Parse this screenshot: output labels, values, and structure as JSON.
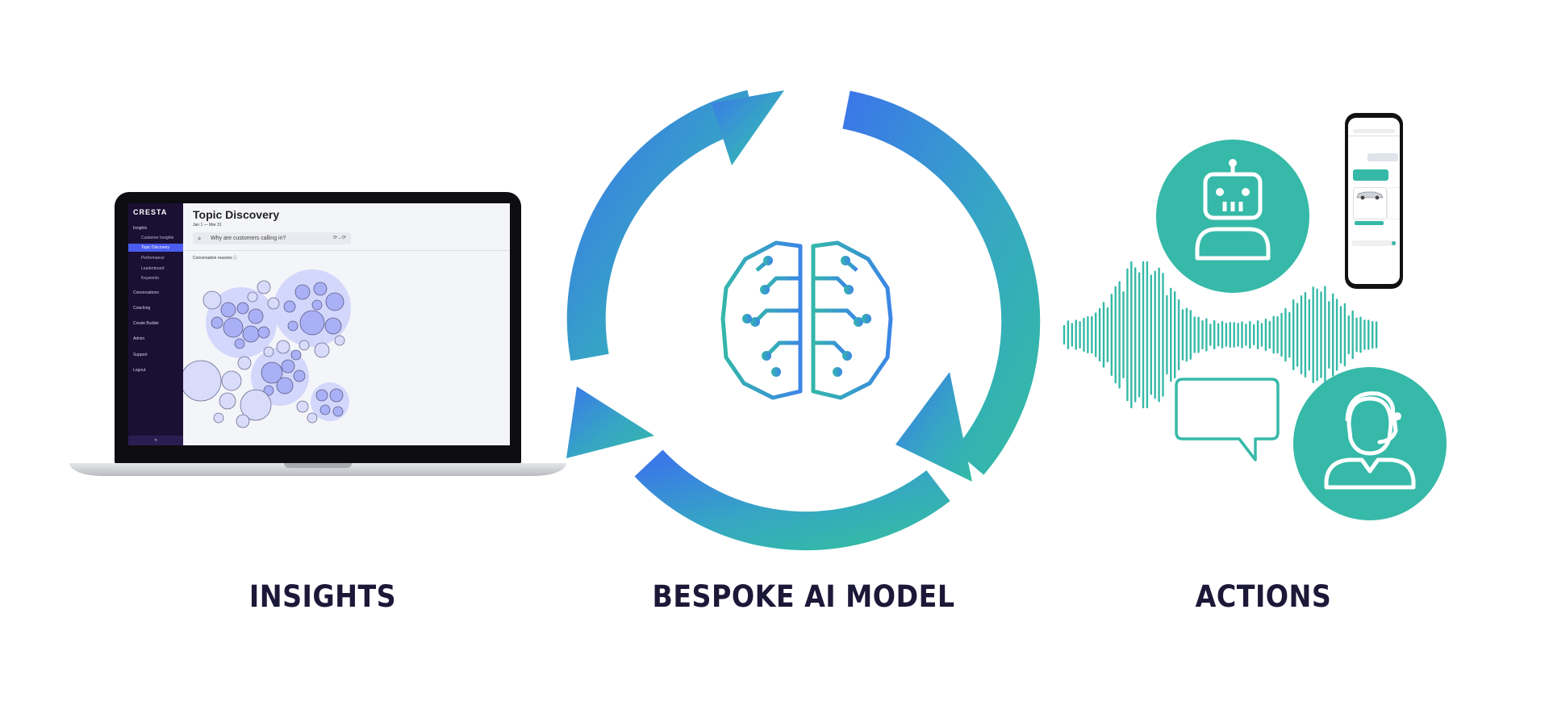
{
  "captions": {
    "insights": "INSIGHTS",
    "model": "BESPOKE AI MODEL",
    "actions": "ACTIONS"
  },
  "laptop_app": {
    "logo": "CRESTA",
    "nav": {
      "insights": "Insights",
      "customer_insights": "Customer Insights",
      "topic_discovery": "Topic Discovery",
      "performance": "Performance",
      "leaderboard": "Leaderboard",
      "keywords": "Keywords",
      "conversations": "Conversations",
      "coaching": "Coaching",
      "create_builder": "Create Builder",
      "admin": "Admin",
      "support": "Support",
      "logout": "Logout",
      "collapse": "«"
    },
    "title": "Topic  Discovery",
    "date_range": "Jan 1 — Mar 31",
    "search_placeholder": "Why are customers calling in?",
    "toggle": "⟳→⟳",
    "section_label": "Conversation reasons",
    "info_icon": "ⓘ"
  },
  "colors": {
    "ring_blue": "#3d7ee6",
    "ring_teal": "#33b8a8",
    "teal": "#36b9a8",
    "caption": "#1b1838",
    "sidebar": "#1a1033",
    "sidebar_active": "#4a5cf0",
    "bubble_cluster": "#d3d7fb",
    "bubble_fill": "#a9b0f5"
  },
  "icons": {
    "brain": "brain-circuit-icon",
    "robot": "robot-icon",
    "agent": "headset-agent-icon",
    "chat": "speech-bubble-icon",
    "waveform": "audio-waveform-icon",
    "search": "search-icon"
  }
}
